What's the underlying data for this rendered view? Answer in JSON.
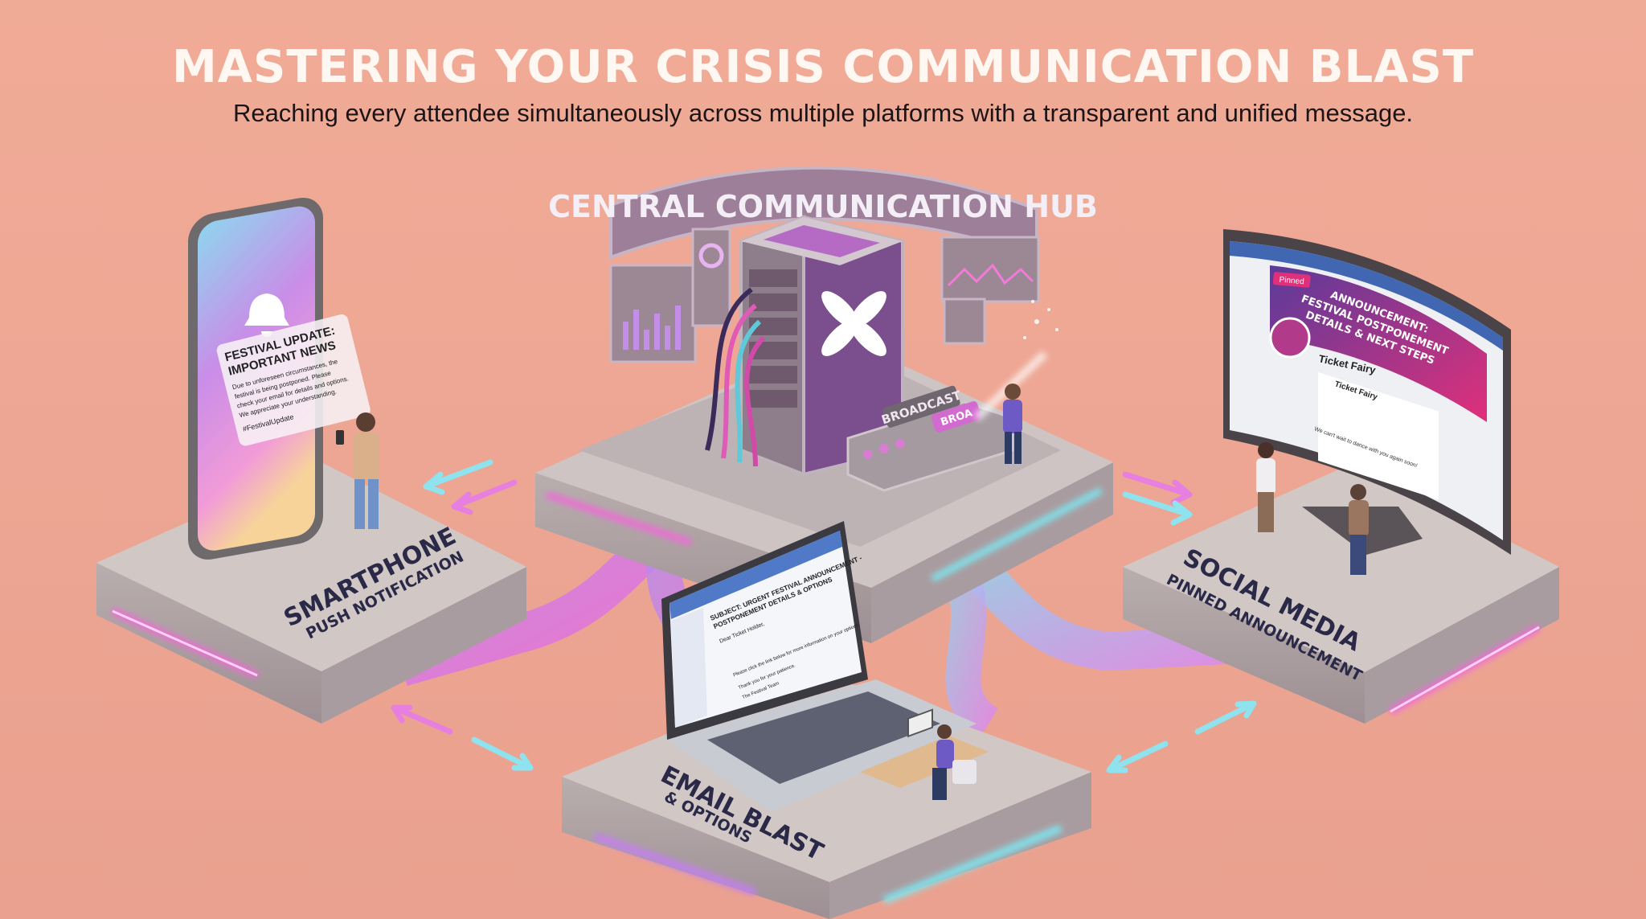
{
  "header": {
    "title": "MASTERING YOUR CRISIS COMMUNICATION BLAST",
    "subtitle": "Reaching every attendee simultaneously across multiple platforms with a transparent and unified message."
  },
  "hub": {
    "title": "CENTRAL COMMUNICATION HUB",
    "console_label": "BROADCAST",
    "button_label": "BROA"
  },
  "smartphone": {
    "label": "SMARTPHONE",
    "sublabel": "PUSH NOTIFICATION",
    "notification_title_1": "FESTIVAL UPDATE:",
    "notification_title_2": "IMPORTANT NEWS",
    "notification_body": [
      "Due to unforeseen circumstances, the",
      "festival is being postponed. Please",
      "check your email for details and options.",
      "We appreciate your understanding."
    ],
    "hashtag": "#FestivalUpdate"
  },
  "social": {
    "label": "SOCIAL MEDIA",
    "sublabel": "PINNED ANNOUNCEMENT",
    "pinned_badge": "Pinned",
    "banner_lines": [
      "ANNOUNCEMENT:",
      "FESTIVAL POSTPONEMENT",
      "DETAILS & NEXT STEPS"
    ],
    "page_name": "Ticket Fairy",
    "post_author": "Ticket Fairy",
    "post_closing": "We can't wait to dance with you again soon!"
  },
  "email": {
    "label": "EMAIL BLAST",
    "sublabel": "& OPTIONS",
    "subject_1": "SUBJECT: URGENT FESTIVAL ANNOUNCEMENT -",
    "subject_2": "POSTPONEMENT DETAILS & OPTIONS",
    "greeting": "Dear Ticket Holder,",
    "link_line": "Please click the link below for more information on your options.",
    "thanks": "Thank you for your patience.",
    "signature": "The Festival Team"
  },
  "colors": {
    "background": "#eeab98",
    "pink_glow": "#f06ad8",
    "cyan_glow": "#7ee6f0",
    "platform": "#cfc6c4",
    "label_text": "#2a2a48",
    "brand_magenta": "#b23a8a"
  }
}
